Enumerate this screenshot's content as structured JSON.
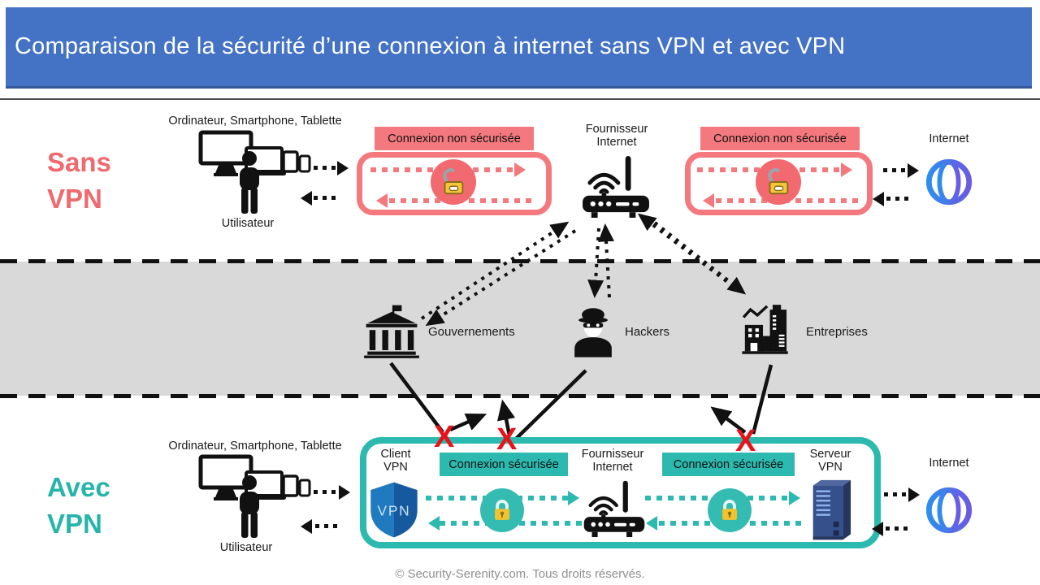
{
  "title": "Comparaison de la sécurité d’une connexion à internet sans VPN et avec VPN",
  "colors": {
    "title_bar": "#4472C4",
    "danger": "#F4797E",
    "danger_text": "#F0696E",
    "safe": "#2CB9AF",
    "safe_text": "#27B4AA",
    "gray_band": "#D9D9D9",
    "lock_gold": "#F2C230",
    "globe_gradient_start": "#2E8DEE",
    "globe_gradient_end": "#6A5BE2",
    "shield_blue_light": "#1F7ABF",
    "shield_blue_dark": "#17599F",
    "blocked_x": "#E8121A"
  },
  "icons": {
    "devices": "devices-cluster-icon",
    "user": "user-silhouette-icon",
    "router": "wifi-router-icon",
    "open_lock": "open-padlock-icon",
    "closed_lock": "closed-padlock-icon",
    "globe": "internet-globe-icon",
    "government": "government-building-icon",
    "hacker": "hacker-icon",
    "enterprise": "corporate-buildings-icon",
    "shield": "vpn-shield-icon",
    "server": "server-tower-icon"
  },
  "sans_vpn": {
    "section_label": "Sans VPN",
    "devices_label": "Ordinateur, Smartphone,  Tablette",
    "user_label": "Utilisateur",
    "insecure_label": "Connexion non sécurisée",
    "isp_label": "Fournisseur Internet",
    "internet_label": "Internet"
  },
  "threats": {
    "items": [
      {
        "label": "Gouvernements",
        "icon": "government-building-icon"
      },
      {
        "label": "Hackers",
        "icon": "hacker-icon"
      },
      {
        "label": "Entreprises",
        "icon": "corporate-buildings-icon"
      }
    ],
    "blocked_mark": "X"
  },
  "avec_vpn": {
    "section_label": "Avec VPN",
    "devices_label": "Ordinateur, Smartphone,  Tablette",
    "user_label": "Utilisateur",
    "client_label": "Client VPN",
    "secure_label": "Connexion sécurisée",
    "isp_label": "Fournisseur Internet",
    "server_label": "Serveur VPN",
    "internet_label": "Internet",
    "shield_text": "VPN"
  },
  "footer": {
    "copyright": "© Security-Serenity.com.  Tous droits réservés."
  }
}
